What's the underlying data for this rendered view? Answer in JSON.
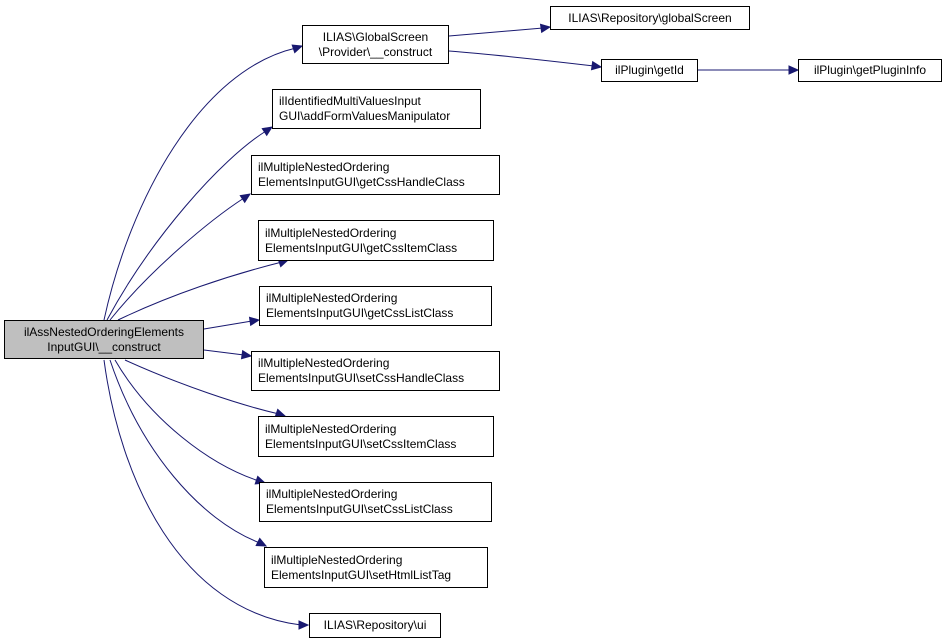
{
  "diagram": {
    "type": "call-graph",
    "colors": {
      "edge": "#191970",
      "border": "#000000",
      "root_fill": "#bfbfbf",
      "node_fill": "#ffffff"
    },
    "nodes": [
      {
        "id": "root",
        "lines": [
          "ilAssNestedOrderingElements",
          "InputGUI\\__construct"
        ]
      },
      {
        "id": "provider",
        "lines": [
          "ILIAS\\GlobalScreen",
          "\\Provider\\__construct"
        ]
      },
      {
        "id": "globalscreen",
        "lines": [
          "ILIAS\\Repository\\globalScreen"
        ]
      },
      {
        "id": "getid",
        "lines": [
          "ilPlugin\\getId"
        ]
      },
      {
        "id": "getplugininfo",
        "lines": [
          "ilPlugin\\getPluginInfo"
        ]
      },
      {
        "id": "addform",
        "lines": [
          "ilIdentifiedMultiValuesInput",
          "GUI\\addFormValuesManipulator"
        ]
      },
      {
        "id": "getcsshandle",
        "lines": [
          "ilMultipleNestedOrdering",
          "ElementsInputGUI\\getCssHandleClass"
        ]
      },
      {
        "id": "getcssitem",
        "lines": [
          "ilMultipleNestedOrdering",
          "ElementsInputGUI\\getCssItemClass"
        ]
      },
      {
        "id": "getcsslist",
        "lines": [
          "ilMultipleNestedOrdering",
          "ElementsInputGUI\\getCssListClass"
        ]
      },
      {
        "id": "setcsshandle",
        "lines": [
          "ilMultipleNestedOrdering",
          "ElementsInputGUI\\setCssHandleClass"
        ]
      },
      {
        "id": "setcssitem",
        "lines": [
          "ilMultipleNestedOrdering",
          "ElementsInputGUI\\setCssItemClass"
        ]
      },
      {
        "id": "setcsslist",
        "lines": [
          "ilMultipleNestedOrdering",
          "ElementsInputGUI\\setCssListClass"
        ]
      },
      {
        "id": "sethtmllisttag",
        "lines": [
          "ilMultipleNestedOrdering",
          "ElementsInputGUI\\setHtmlListTag"
        ]
      },
      {
        "id": "ui",
        "lines": [
          "ILIAS\\Repository\\ui"
        ]
      }
    ],
    "edges": [
      {
        "from": "root",
        "to": "provider"
      },
      {
        "from": "root",
        "to": "addform"
      },
      {
        "from": "root",
        "to": "getcsshandle"
      },
      {
        "from": "root",
        "to": "getcssitem"
      },
      {
        "from": "root",
        "to": "getcsslist"
      },
      {
        "from": "root",
        "to": "setcsshandle"
      },
      {
        "from": "root",
        "to": "setcssitem"
      },
      {
        "from": "root",
        "to": "setcsslist"
      },
      {
        "from": "root",
        "to": "sethtmllisttag"
      },
      {
        "from": "root",
        "to": "ui"
      },
      {
        "from": "provider",
        "to": "globalscreen"
      },
      {
        "from": "provider",
        "to": "getid"
      },
      {
        "from": "getid",
        "to": "getplugininfo"
      }
    ]
  }
}
